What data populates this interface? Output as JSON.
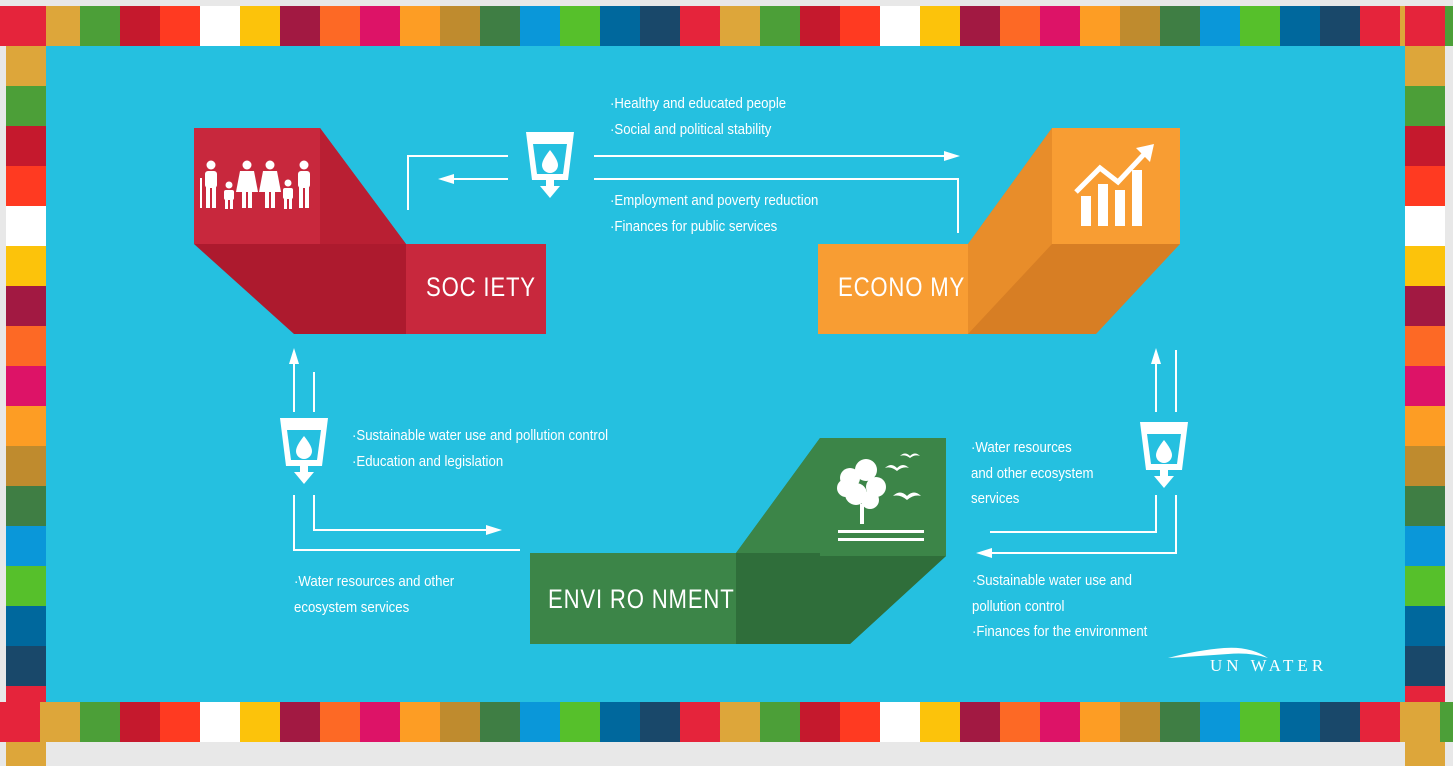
{
  "sdg_colors": [
    "#e5243b",
    "#dda63a",
    "#4c9f38",
    "#c5192d",
    "#ff3a21",
    "#ffffff",
    "#fcc30b",
    "#a21942",
    "#fd6925",
    "#dd1367",
    "#fd9d24",
    "#bf8b2e",
    "#3f7e44",
    "#0a97d9",
    "#56c02b",
    "#00689d",
    "#19486a"
  ],
  "colors": {
    "background": "#25c0e0",
    "society": "#c8283d",
    "economy": "#f89d33",
    "environment": "#3c8548",
    "text": "#ffffff"
  },
  "blocks": {
    "society": {
      "title": "SOC IETY",
      "icon": "family-icon"
    },
    "economy": {
      "title": "ECONO MY",
      "icon": "growth-chart-icon"
    },
    "environment": {
      "title": "ENVI RO NMENT",
      "icon": "tree-birds-icon"
    }
  },
  "flows": {
    "society_to_economy": [
      "·Healthy and educated people",
      "·Social and political stability"
    ],
    "economy_to_society": [
      "·Employment and poverty reduction",
      "·Finances for public services"
    ],
    "society_to_environment": [
      "·Sustainable water use and pollution control",
      "·Education and legislation"
    ],
    "environment_to_society": [
      "·Water resources and other",
      "ecosystem services"
    ],
    "environment_to_economy": [
      "·Water resources",
      "and other ecosystem",
      "services"
    ],
    "economy_to_environment": [
      "·Sustainable water use and",
      "pollution control",
      "·Finances for the environment"
    ]
  },
  "logo": {
    "text": "UN WATER"
  }
}
